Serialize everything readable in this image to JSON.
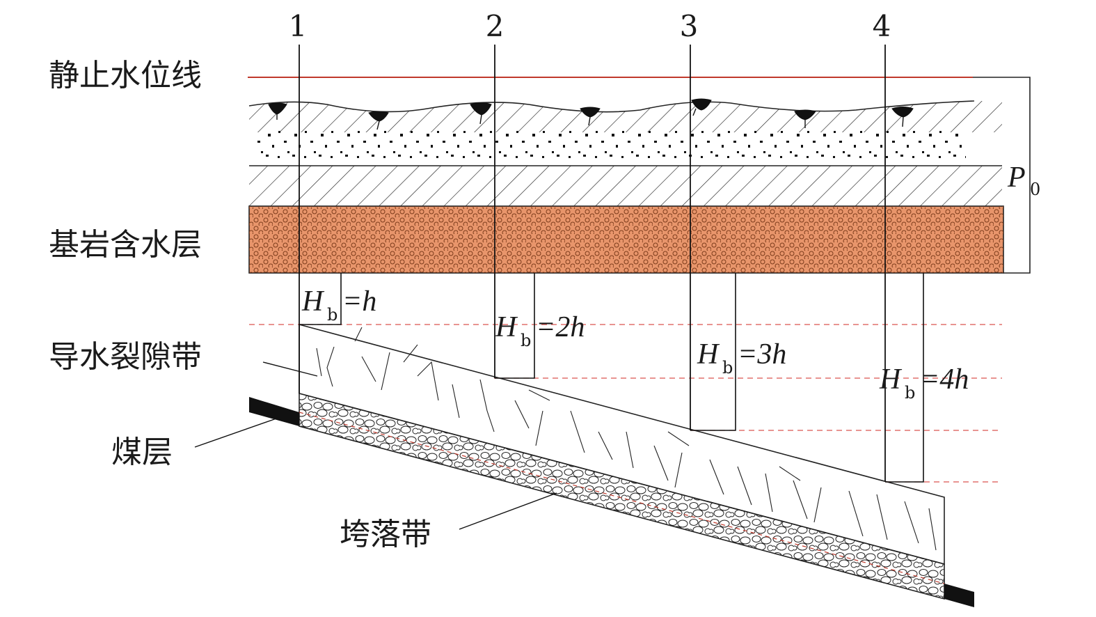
{
  "well_labels": [
    "1",
    "2",
    "3",
    "4"
  ],
  "labels": {
    "static_water_level": "静止水位线",
    "bedrock_aquifer": "基岩含水层",
    "fracture_zone": "导水裂隙带",
    "coal_seam": "煤层",
    "caving_zone": "垮落带"
  },
  "pressure": {
    "symbol": "P",
    "subscript": "0"
  },
  "hb_labels": [
    {
      "symbol": "H",
      "subscript": "b",
      "rhs": "=h"
    },
    {
      "symbol": "H",
      "subscript": "b",
      "rhs": "=2h"
    },
    {
      "symbol": "H",
      "subscript": "b",
      "rhs": "=3h"
    },
    {
      "symbol": "H",
      "subscript": "b",
      "rhs": "=4h"
    }
  ],
  "colors": {
    "water_level_line": "#c0392b",
    "aquifer_fill": "#e8956b",
    "dashed_guides": "#d9534f",
    "coal": "#111111"
  }
}
